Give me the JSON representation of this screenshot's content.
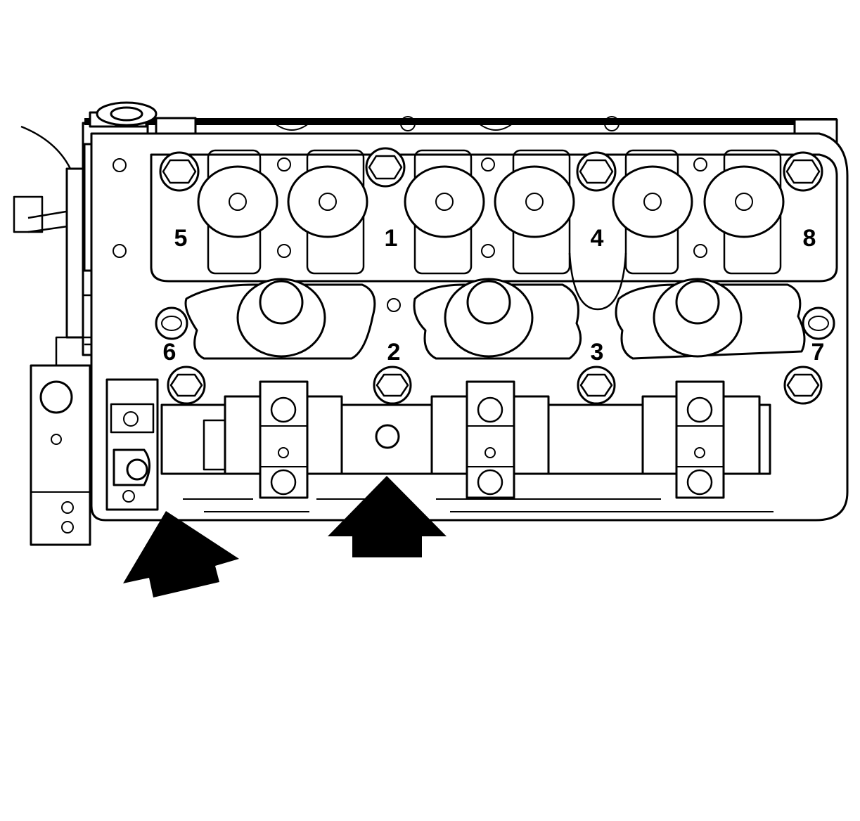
{
  "diagram": {
    "sequence_labels": [
      "5",
      "1",
      "4",
      "8",
      "6",
      "2",
      "3",
      "7"
    ],
    "arrows": [
      "left-arrow",
      "center-arrow"
    ]
  }
}
